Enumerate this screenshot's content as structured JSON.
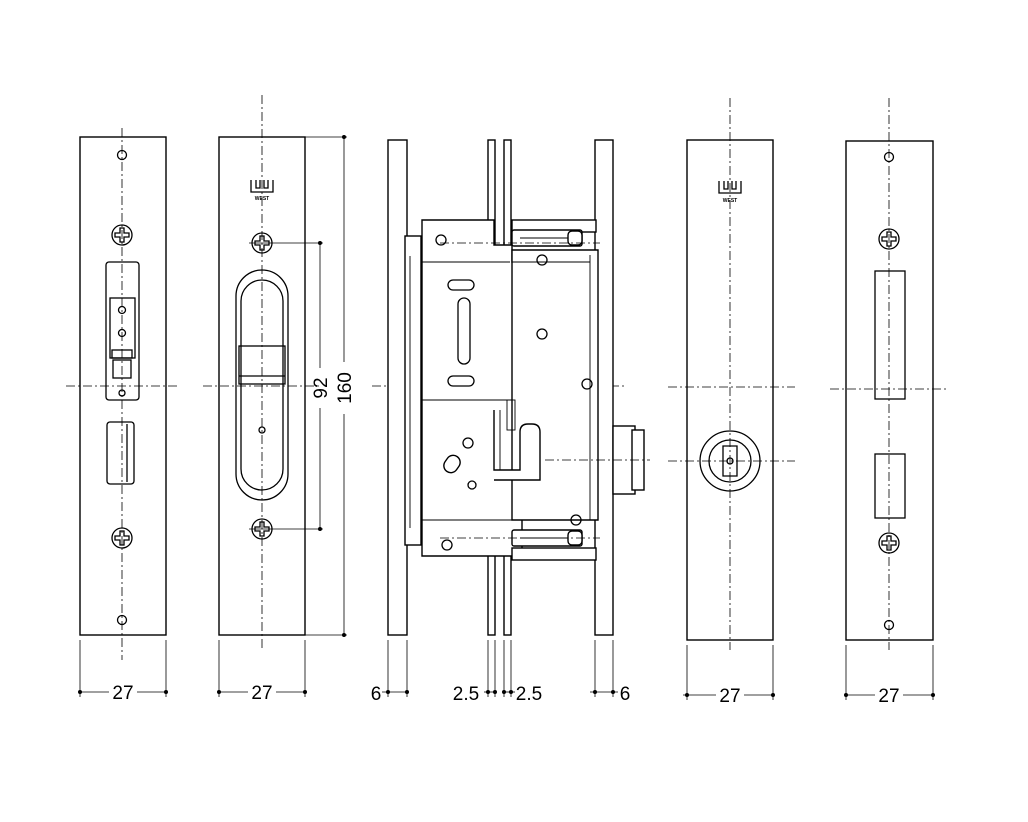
{
  "drawing": {
    "logo_text": "WEST",
    "dimensions": {
      "front_latch_width": "27",
      "front_handle_width": "27",
      "screw_pitch": "92",
      "plate_height": "160",
      "left_plate_thickness": "6",
      "left_gap": "2.5",
      "right_gap": "2.5",
      "right_plate_thickness": "6",
      "cylinder_plate_width": "27",
      "strike_plate_width": "27"
    }
  }
}
